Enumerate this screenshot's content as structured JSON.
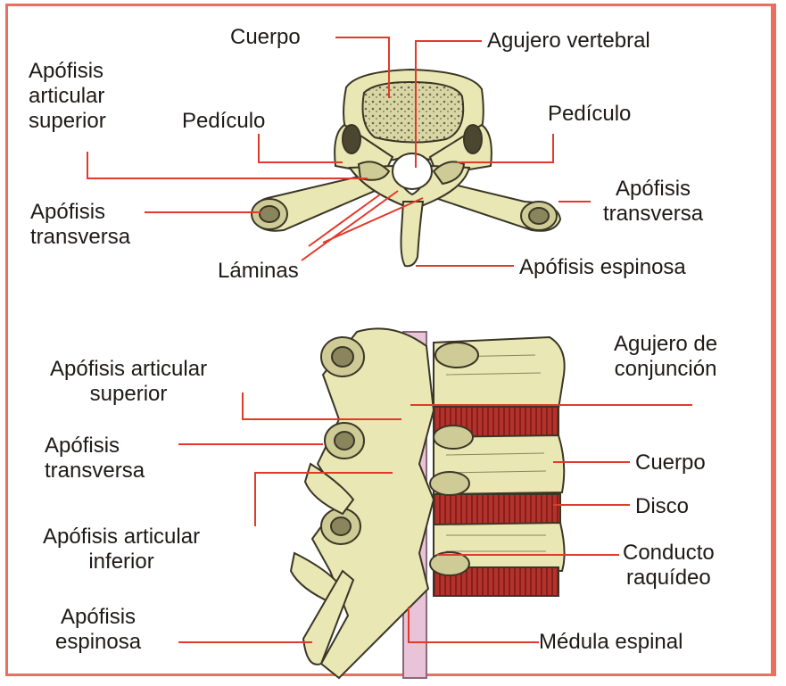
{
  "figure": {
    "top_view": {
      "cuerpo": "Cuerpo",
      "agujero_vertebral": "Agujero vertebral",
      "apofisis_articular_superior": [
        "Apófisis",
        "articular",
        "superior"
      ],
      "pediculo_left": "Pedículo",
      "pediculo_right": "Pedículo",
      "apofisis_transversa_left": [
        "Apófisis",
        "transversa"
      ],
      "apofisis_transversa_right": [
        "Apófisis",
        "transversa"
      ],
      "laminas": "Láminas",
      "apofisis_espinosa": "Apófisis espinosa"
    },
    "side_view": {
      "apofisis_articular_superior": [
        "Apófisis articular",
        "superior"
      ],
      "agujero_de_conjuncion": [
        "Agujero de",
        "conjunción"
      ],
      "apofisis_transversa": [
        "Apófisis",
        "transversa"
      ],
      "cuerpo": "Cuerpo",
      "disco": "Disco",
      "apofisis_articular_inferior": [
        "Apófisis articular",
        "inferior"
      ],
      "conducto_raquideo": [
        "Conducto",
        "raquídeo"
      ],
      "apofisis_espinosa": [
        "Apófisis",
        "espinosa"
      ],
      "medula_espinal": "Médula espinal"
    },
    "colors": {
      "leader_line": "#e23a2a",
      "frame": "#e8705e",
      "bone": "#e9e7b4",
      "bone_shadow": "#6e6a4a",
      "disc": "#b5322c",
      "spinal_cord": "#e9c4d8"
    }
  }
}
